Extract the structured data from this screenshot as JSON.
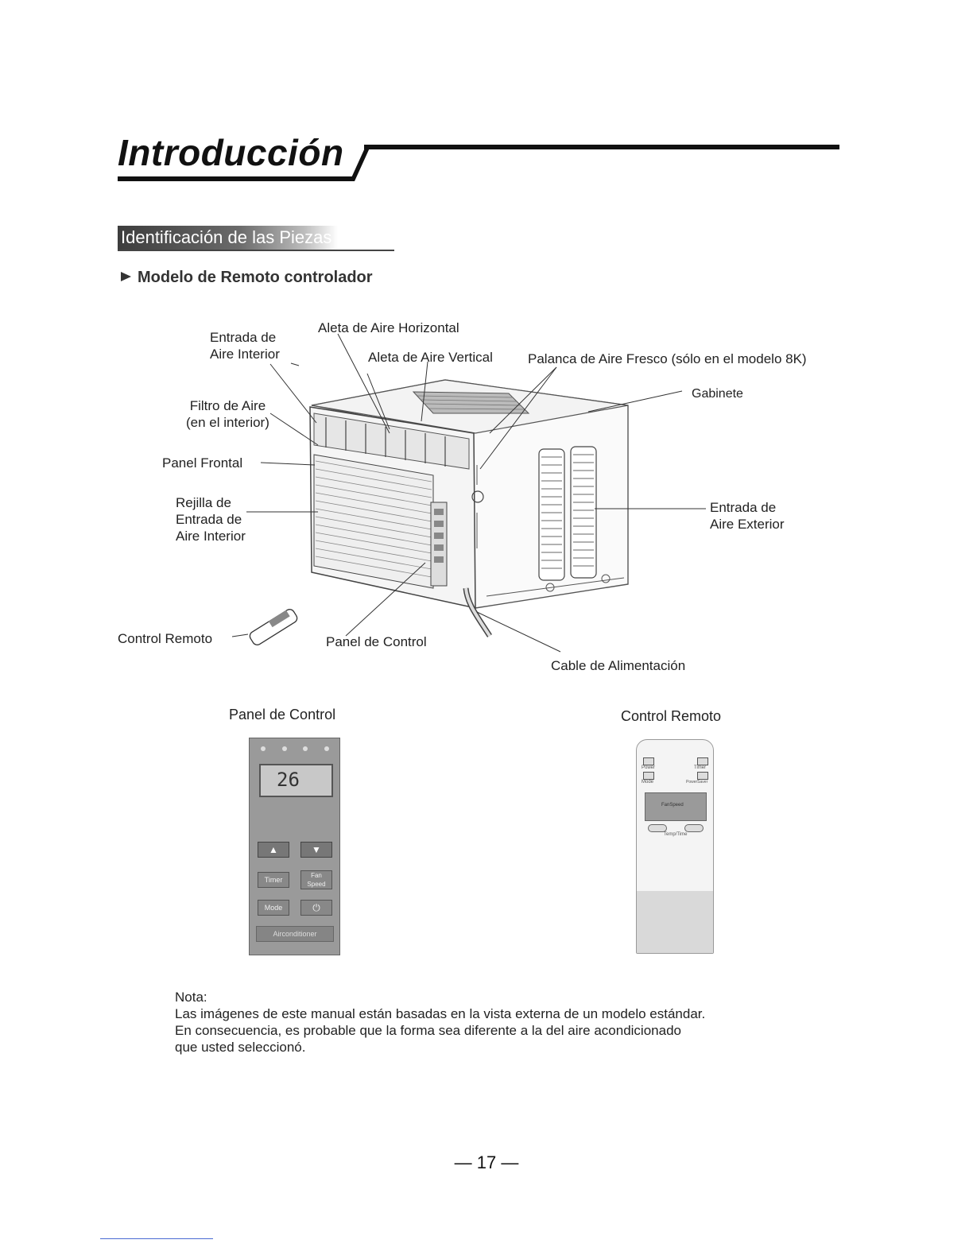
{
  "header": {
    "title": "Introducción"
  },
  "section": {
    "tab_label": "Identificación de las Piezas",
    "subheading": "Modelo de Remoto controlador"
  },
  "diagram": {
    "labels": {
      "entrada_aire_interior": [
        "Entrada de",
        "Aire Interior"
      ],
      "aleta_horizontal": "Aleta de Aire Horizontal",
      "aleta_vertical": "Aleta de Aire Vertical",
      "palanca_aire_fresco": "Palanca de Aire Fresco (sólo en el modelo 8K)",
      "gabinete": "Gabinete",
      "filtro_aire": [
        "Filtro de Aire",
        "(en el interior)"
      ],
      "panel_frontal": "Panel Frontal",
      "rejilla": [
        "Rejilla de",
        "Entrada de",
        "Aire Interior"
      ],
      "entrada_aire_exterior": [
        "Entrada de",
        "Aire Exterior"
      ],
      "control_remoto": "Control Remoto",
      "panel_de_control": "Panel de Control",
      "cable_alimentacion": "Cable de Alimentación"
    }
  },
  "panels": {
    "control_panel_caption": "Panel de Control",
    "remote_caption": "Control Remoto",
    "display_value": "26",
    "control_panel_buttons": {
      "timer": "Timer",
      "fan_speed": "Fan Speed",
      "mode": "Mode",
      "brand": "Airconditioner"
    },
    "remote_buttons": {
      "power": "Power",
      "timer": "Timer",
      "mode": "Mode",
      "power_saver": "PowerSaver",
      "fan_speed": "FanSpeed",
      "temp_time": "Temp/Time"
    }
  },
  "note": {
    "heading": "Nota:",
    "lines": [
      "Las imágenes de este manual están basadas en la vista externa de un modelo estándar.",
      "En consecuencia, es probable que la forma sea diferente a la del aire acondicionado",
      "que usted seleccionó."
    ]
  },
  "footer": {
    "page_number": "— 17 —"
  }
}
